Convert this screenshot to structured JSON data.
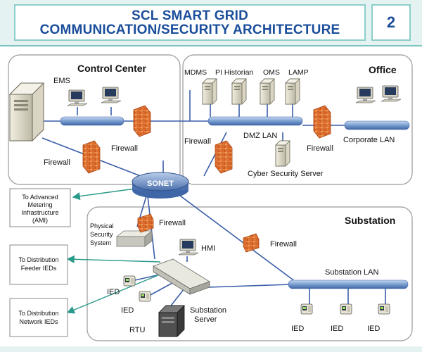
{
  "header": {
    "title_line1": "SCL SMART GRID",
    "title_line2": "COMMUNICATION/SECURITY ARCHITECTURE",
    "slide_number": "2"
  },
  "regions": {
    "control_center": "Control Center",
    "office": "Office",
    "substation": "Substation"
  },
  "nodes": {
    "ems": "EMS",
    "mdms": "MDMS",
    "pi_historian": "PI Historian",
    "oms": "OMS",
    "lamp": "LAMP",
    "firewall_cc_a": "Firewall",
    "firewall_cc_b": "Firewall",
    "firewall_dmz_left": "Firewall",
    "firewall_dmz_right": "Firewall",
    "dmz_lan": "DMZ LAN",
    "corporate_lan": "Corporate LAN",
    "cyber_security_server": "Cyber Security Server",
    "sonet": "SONET",
    "firewall_phys": "Firewall",
    "physical_security_l1": "Physical",
    "physical_security_l2": "Security",
    "physical_security_l3": "System",
    "firewall_sub": "Firewall",
    "hmi": "HMI",
    "substation_lan": "Substation LAN",
    "ied_a": "IED",
    "ied_b": "IED",
    "rtu": "RTU",
    "substation_server_l1": "Substation",
    "substation_server_l2": "Server",
    "ied_lan_1": "IED",
    "ied_lan_2": "IED",
    "ied_lan_3": "IED"
  },
  "external": {
    "ami_l1": "To Advanced",
    "ami_l2": "Metering",
    "ami_l3": "Infrastructure",
    "ami_l4": "(AMI)",
    "feeder_l1": "To Distribution",
    "feeder_l2": "Feeder IEDs",
    "network_l1": "To Distribution",
    "network_l2": "Network IEDs"
  },
  "colors": {
    "header_bg": "#e4f3f2",
    "header_border": "#8ccfca",
    "title_blue": "#1a4d9a",
    "lan_blue": "#6f95c9",
    "link_blue": "#3a5ea8",
    "firewall_orange": "#e8742c",
    "arrow_teal": "#2a9a8a"
  }
}
